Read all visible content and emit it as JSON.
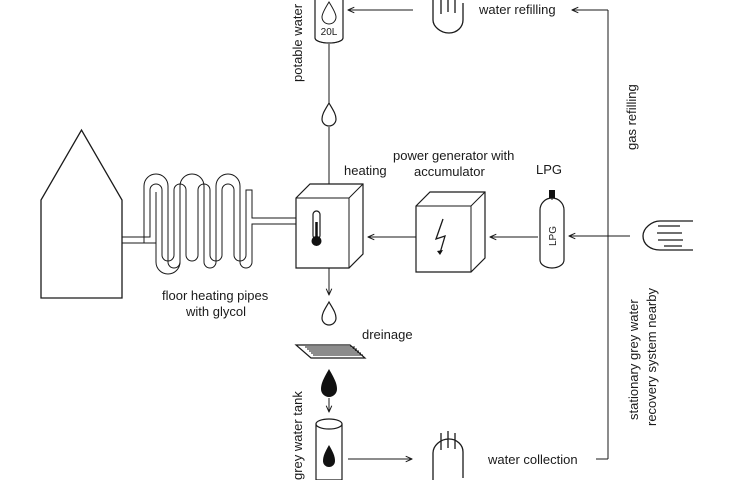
{
  "labels": {
    "potable_water": "potable water",
    "tank_capacity": "20L",
    "water_refilling": "water refilling",
    "gas_refilling": "gas refilling",
    "heating": "heating",
    "power_generator_line1": "power generator with",
    "power_generator_line2": "accumulator",
    "lpg_top": "LPG",
    "lpg_tank": "LPG",
    "floor_heating_line1": "floor heating pipes",
    "floor_heating_line2": "with glycol",
    "drainage": "dreinage",
    "grey_water_tank": "grey water tank",
    "water_collection": "water collection",
    "stationary_line1": "stationary grey water",
    "stationary_line2": "recovery system nearby"
  },
  "icons": {
    "house": "house-icon",
    "hand_refill": "hand-icon",
    "hand_gas": "hand-icon",
    "hand_collect": "hand-icon",
    "power": "lightning-icon",
    "thermometer": "thermometer-icon"
  }
}
